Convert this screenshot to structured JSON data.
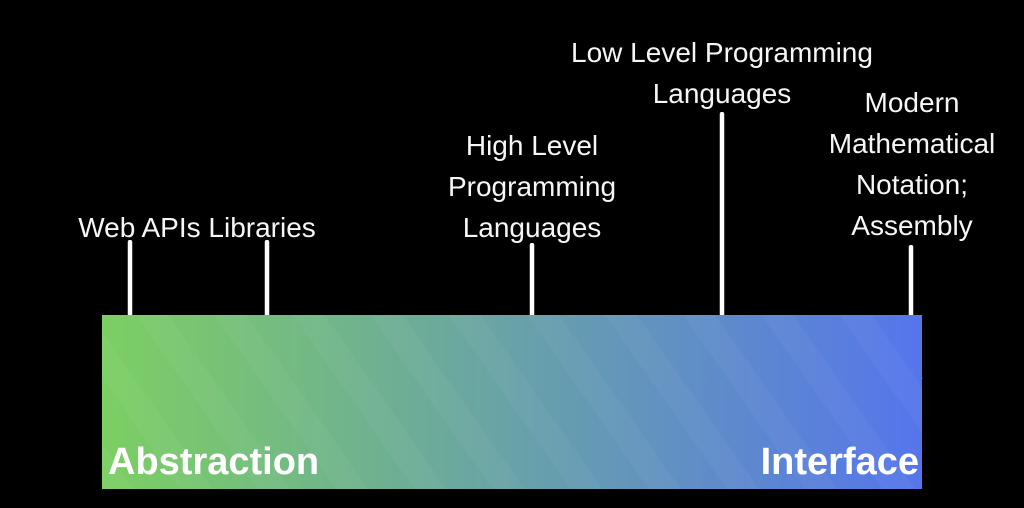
{
  "diagram": {
    "background": "#000000",
    "labels": [
      {
        "id": "web-apis-libraries",
        "lines": [
          "Web APIs Libraries"
        ]
      },
      {
        "id": "high-level-programming-languages",
        "lines": [
          "High Level",
          "Programming",
          "Languages"
        ]
      },
      {
        "id": "low-level-programming-languages",
        "lines": [
          "Low Level Programming",
          "Languages"
        ]
      },
      {
        "id": "modern-mathematical-notation-assembly",
        "lines": [
          "Modern",
          "Mathematical",
          "Notation;",
          "Assembly"
        ]
      }
    ],
    "arrow_icon": "arrow-down-icon",
    "arrow_color": "#ffffff",
    "bar": {
      "label_left": "Abstraction",
      "label_right": "Interface",
      "color_left": "#7ccf63",
      "color_middle": "#66a8a6",
      "color_right": "#5575ec",
      "label_color": "#ffffff"
    }
  }
}
